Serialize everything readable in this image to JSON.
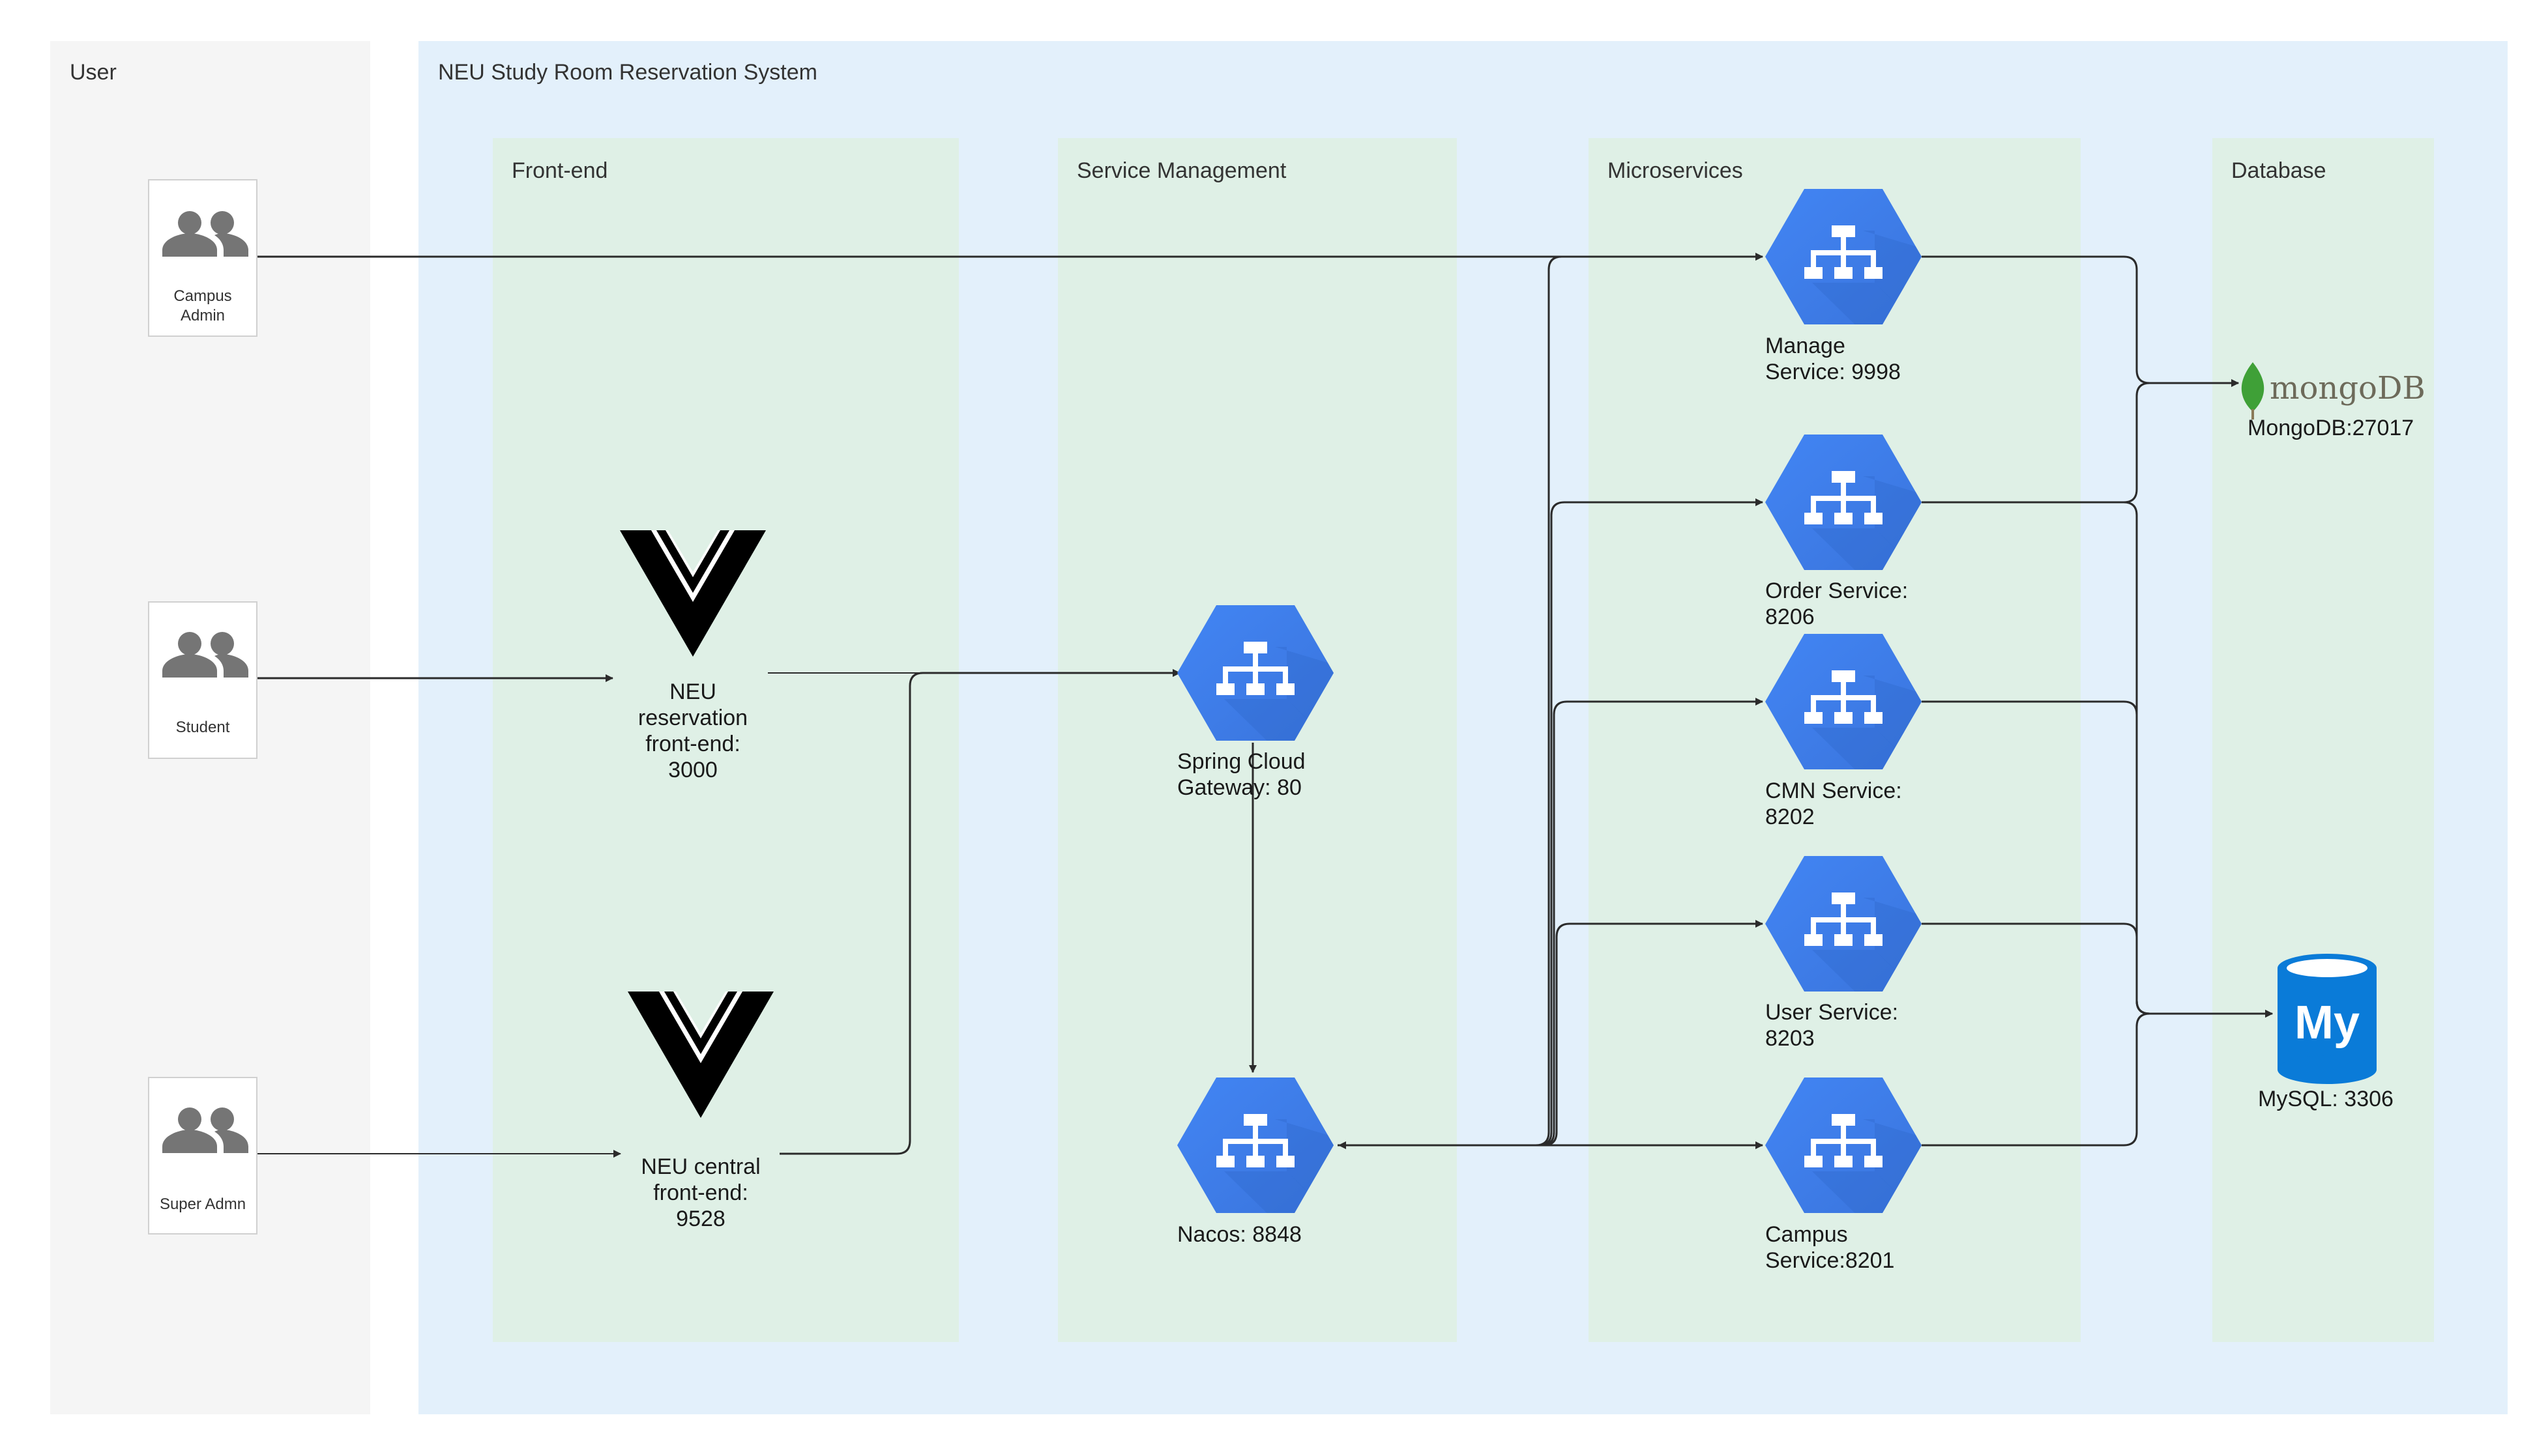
{
  "zones": {
    "user": "User",
    "system": "NEU Study Room Reservation System",
    "frontend": "Front-end",
    "service_management": "Service Management",
    "microservices": "Microservices",
    "database": "Database"
  },
  "users": {
    "campus_admin": [
      "Campus",
      "Admin"
    ],
    "student": "Student",
    "super_admin": "Super Admn"
  },
  "frontends": {
    "reservation": [
      "NEU",
      "reservation",
      "front-end:",
      "3000"
    ],
    "central": [
      "NEU central",
      "front-end:",
      "9528"
    ]
  },
  "management": {
    "gateway": [
      "Spring Cloud",
      "Gateway: 80"
    ],
    "nacos": "Nacos: 8848"
  },
  "services": {
    "manage": [
      "Manage",
      "Service: 9998"
    ],
    "order": [
      "Order Service:",
      "8206"
    ],
    "cmn": [
      "CMN Service:",
      "8202"
    ],
    "user": [
      "User Service:",
      "8203"
    ],
    "campus": [
      "Campus",
      "Service:8201"
    ]
  },
  "databases": {
    "mongo_logo": "mongoDB",
    "mongo": "MongoDB:27017",
    "mysql_logo": "My",
    "mysql": "MySQL: 3306"
  },
  "colors": {
    "user_zone": "#f5f5f5",
    "system_zone": "#e3f0fb",
    "column": "#dff0e6",
    "hex_light": "#4285f4",
    "hex_dark": "#3b78e7",
    "mongo_leaf": "#3fa037",
    "mysql_blue": "#0a7bd8",
    "icon_grey": "#757575"
  },
  "icons": {
    "user_card": "people-icon",
    "service": "load-balancer-hexagon-icon",
    "frontend": "vue-logo",
    "mongo": "mongodb-logo",
    "mysql": "mysql-logo"
  }
}
